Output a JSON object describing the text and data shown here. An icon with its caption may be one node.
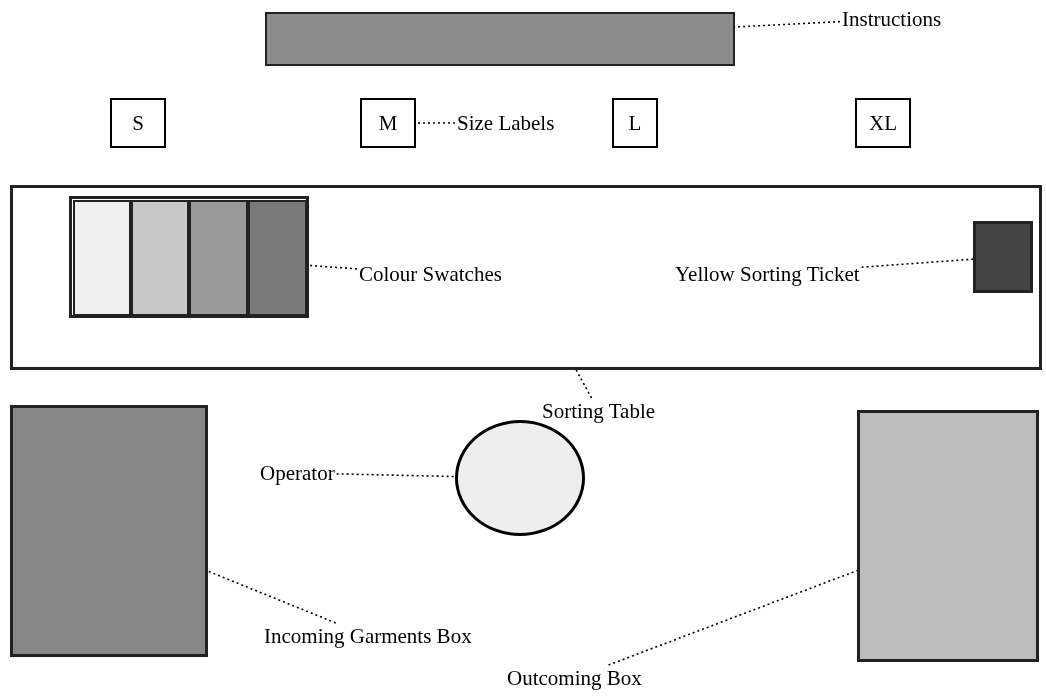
{
  "diagram": {
    "nodes": [
      {
        "text": [],
        "shape": "bar"
      },
      {
        "text": [
          "Instructions"
        ]
      },
      {
        "text": [
          "S"
        ]
      },
      {
        "text": [
          "M"
        ]
      },
      {
        "text": [
          "Size Labels"
        ]
      },
      {
        "text": [
          "L"
        ]
      },
      {
        "text": [
          "XL"
        ]
      },
      {
        "text": [],
        "shape": "box"
      },
      {
        "text": [],
        "shape": "box",
        "in": 7
      },
      {
        "text": [],
        "shape": "bar",
        "in": 8
      },
      {
        "text": [],
        "shape": "bar",
        "in": 8
      },
      {
        "text": [],
        "shape": "bar",
        "in": 8
      },
      {
        "text": [],
        "shape": "bar",
        "in": 8
      },
      {
        "text": [
          "Colour Swatches"
        ],
        "in": 7
      },
      {
        "text": [
          "Yellow Sorting Ticket"
        ],
        "in": 7
      },
      {
        "text": [],
        "shape": "box",
        "in": 7
      },
      {
        "text": [
          "Sorting Table"
        ]
      },
      {
        "text": [],
        "shape": "box"
      },
      {
        "text": [],
        "shape": "circle"
      },
      {
        "text": [
          "Operator"
        ]
      },
      {
        "text": [
          "Incoming Garments Box"
        ]
      },
      {
        "text": [],
        "shape": "box"
      },
      {
        "text": [
          "Outcoming Box"
        ]
      }
    ],
    "edges": [
      {
        "from": 1,
        "to": 0,
        "arrow": "none"
      },
      {
        "from": 4,
        "to": 3,
        "arrow": "none"
      },
      {
        "from": 13,
        "to": 8,
        "arrow": "none"
      },
      {
        "from": 14,
        "to": 15,
        "arrow": "none"
      },
      {
        "from": 16,
        "to": 7,
        "arrow": "none"
      },
      {
        "from": 19,
        "to": 18,
        "arrow": "none"
      },
      {
        "from": 20,
        "to": 17,
        "arrow": "none"
      },
      {
        "from": 22,
        "to": 21,
        "arrow": "none"
      }
    ]
  }
}
